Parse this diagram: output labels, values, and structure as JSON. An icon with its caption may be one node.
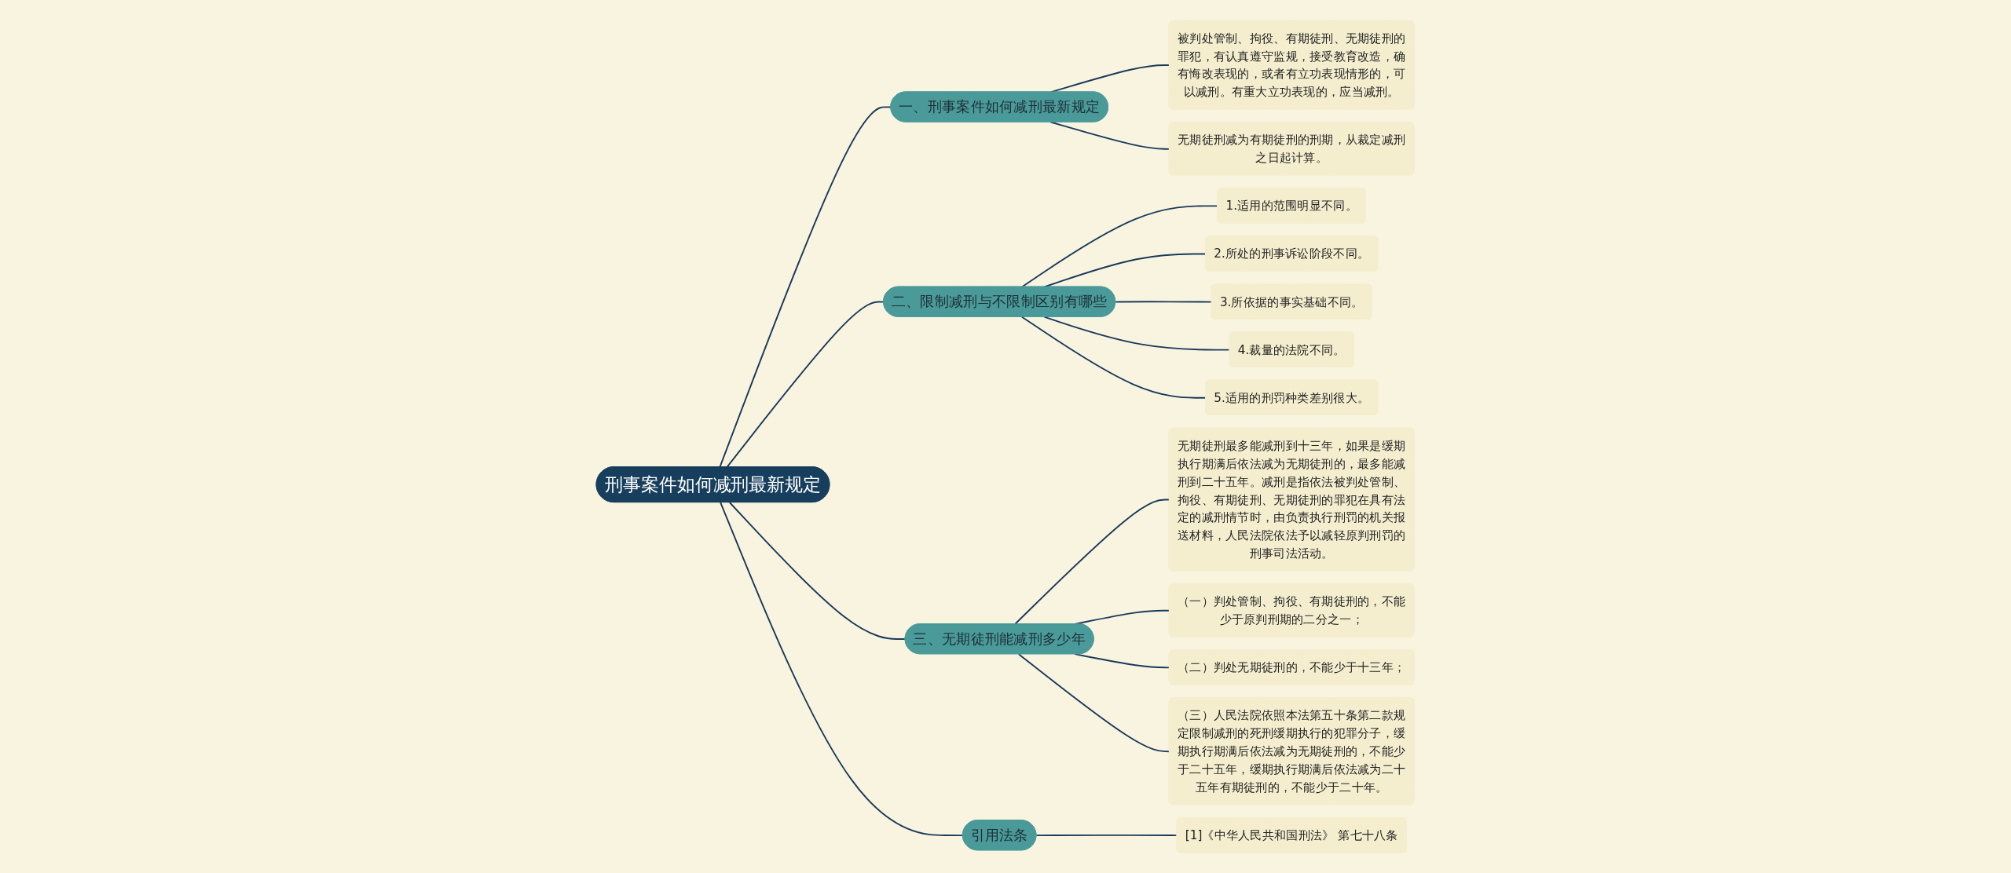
{
  "diagram": {
    "nodes": [
      {
        "text": [
          "刑事案件如何减刑最新规定"
        ]
      },
      {
        "text": [
          "一、刑事案件如何减刑最新规定"
        ]
      },
      {
        "text": [
          "被判处管制、拘役、有期徒刑、无期徒刑的罪犯，有认真遵守监规，接受教育改造，确有悔改表现的，或者有立功表现情形的，可以减刑。有重大立功表现的，应当减刑。"
        ]
      },
      {
        "text": [
          "无期徒刑减为有期徒刑的刑期，从裁定减刑之日起计算。"
        ]
      },
      {
        "text": [
          "二、限制减刑与不限制区别有哪些"
        ]
      },
      {
        "text": [
          "1.适用的范围明显不同。"
        ]
      },
      {
        "text": [
          "2.所处的刑事诉讼阶段不同。"
        ]
      },
      {
        "text": [
          "3.所依据的事实基础不同。"
        ]
      },
      {
        "text": [
          "4.裁量的法院不同。"
        ]
      },
      {
        "text": [
          "5.适用的刑罚种类差别很大。"
        ]
      },
      {
        "text": [
          "三、无期徒刑能减刑多少年"
        ]
      },
      {
        "text": [
          "无期徒刑最多能减刑到十三年，如果是缓期执行期满后依法减为无期徒刑的，最多能减刑到二十五年。减刑是指依法被判处管制、拘役、有期徒刑、无期徒刑的罪犯在具有法定的减刑情节时，由负责执行刑罚的机关报送材料，人民法院依法予以减轻原判刑罚的刑事司法活动。"
        ]
      },
      {
        "text": [
          "（一）判处管制、拘役、有期徒刑的，不能少于原判刑期的二分之一；"
        ]
      },
      {
        "text": [
          "（二）判处无期徒刑的，不能少于十三年；"
        ]
      },
      {
        "text": [
          "（三）人民法院依照本法第五十条第二款规定限制减刑的死刑缓期执行的犯罪分子，缓期执行期满后依法减为无期徒刑的，不能少于二十五年，缓期执行期满后依法减为二十五年有期徒刑的，不能少于二十年。"
        ]
      },
      {
        "text": [
          "引用法条"
        ]
      },
      {
        "text": [
          "[1]《中华人民共和国刑法》 第七十八条"
        ]
      }
    ],
    "edges": [
      {
        "from": 0,
        "to": 1,
        "arrow": "none"
      },
      {
        "from": 1,
        "to": 2,
        "arrow": "none"
      },
      {
        "from": 1,
        "to": 3,
        "arrow": "none"
      },
      {
        "from": 0,
        "to": 4,
        "arrow": "none"
      },
      {
        "from": 4,
        "to": 5,
        "arrow": "none"
      },
      {
        "from": 4,
        "to": 6,
        "arrow": "none"
      },
      {
        "from": 4,
        "to": 7,
        "arrow": "none"
      },
      {
        "from": 4,
        "to": 8,
        "arrow": "none"
      },
      {
        "from": 4,
        "to": 9,
        "arrow": "none"
      },
      {
        "from": 0,
        "to": 10,
        "arrow": "none"
      },
      {
        "from": 10,
        "to": 11,
        "arrow": "none"
      },
      {
        "from": 10,
        "to": 12,
        "arrow": "none"
      },
      {
        "from": 10,
        "to": 13,
        "arrow": "none"
      },
      {
        "from": 10,
        "to": 14,
        "arrow": "none"
      },
      {
        "from": 0,
        "to": 15,
        "arrow": "none"
      },
      {
        "from": 15,
        "to": 16,
        "arrow": "none"
      }
    ]
  }
}
